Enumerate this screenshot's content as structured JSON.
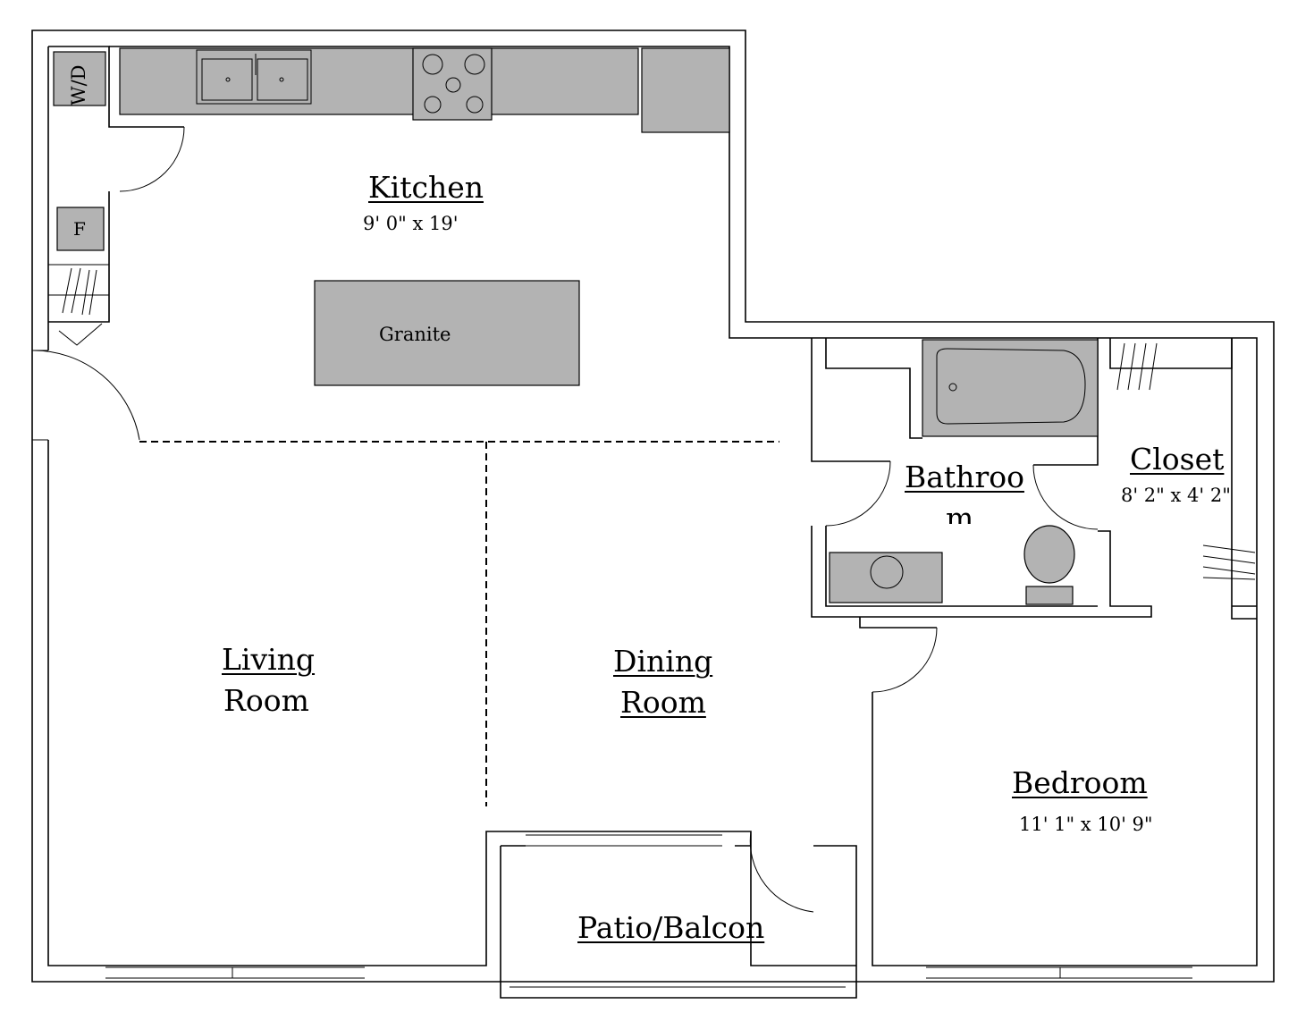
{
  "rooms": {
    "kitchen": {
      "name": "Kitchen",
      "dims": "9' 0\" x 19'"
    },
    "living": {
      "line1": "Living",
      "line2": "Room"
    },
    "dining": {
      "line1": "Dining",
      "line2": "Room"
    },
    "bathroom": {
      "line1": "Bathroo",
      "line2": "m"
    },
    "closet": {
      "name": "Closet",
      "dims": "8' 2\" x 4' 2\""
    },
    "bedroom": {
      "name": "Bedroom",
      "dims": "11' 1\" x 10' 9\""
    },
    "patio": {
      "name": "Patio/Balcon"
    }
  },
  "fixtures": {
    "washer_dryer": "W/D",
    "fridge": "F",
    "island": "Granite"
  },
  "colors": {
    "fixture_fill": "#b3b3b3",
    "line": "#000000"
  }
}
